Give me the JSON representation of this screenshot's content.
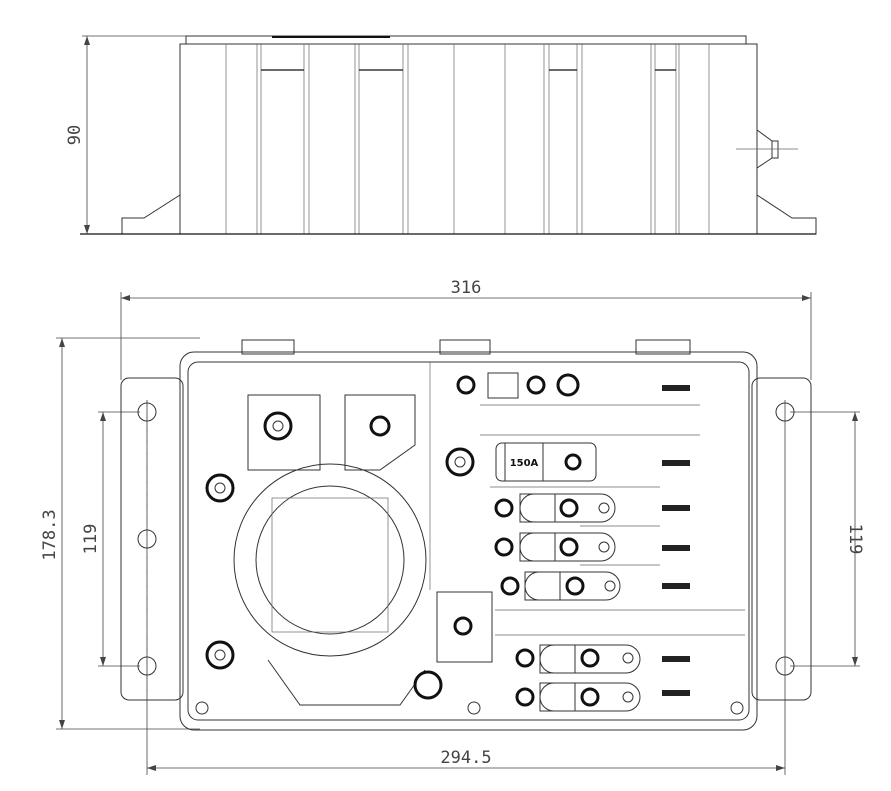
{
  "title": "Power distribution box drawing",
  "views": {
    "side_view": {
      "height_dim": "90"
    },
    "plan_view": {
      "overall_length_dim": "316",
      "overall_width_dim": "178.3",
      "mount_spacing_left_dim": "119",
      "mount_spacing_right_dim": "119",
      "mount_hole_span_dim": "294.5",
      "main_fuse_label": "150A"
    }
  }
}
